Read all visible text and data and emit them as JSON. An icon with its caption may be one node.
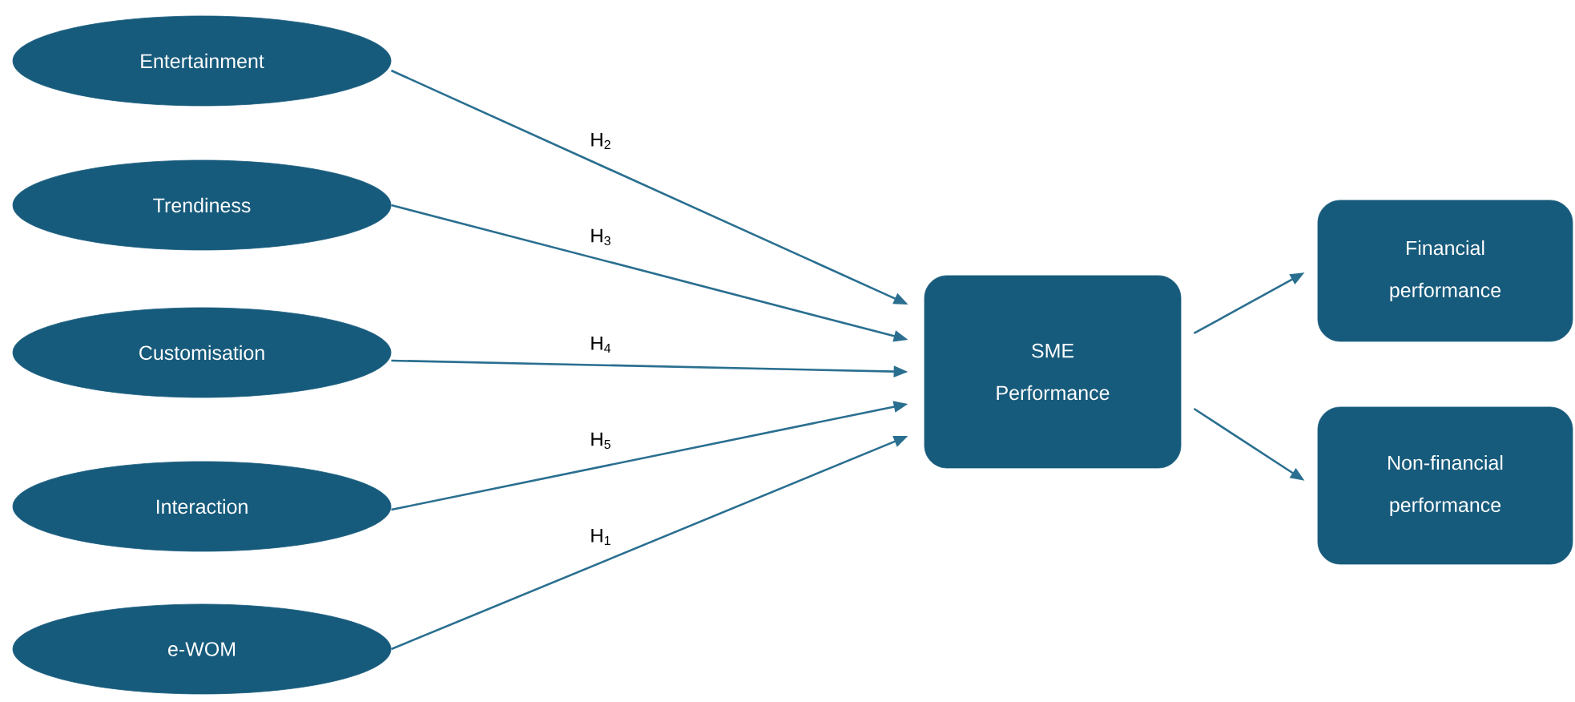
{
  "diagram": {
    "nodes": [
      {
        "text": [
          "Entertainment"
        ]
      },
      {
        "text": [
          "Trendiness"
        ]
      },
      {
        "text": [
          "Customisation"
        ]
      },
      {
        "text": [
          "Interaction"
        ]
      },
      {
        "text": [
          "e-WOM"
        ]
      },
      {
        "text": [
          "SME Performance"
        ]
      },
      {
        "text": [
          "Financial performance"
        ]
      },
      {
        "text": [
          "Non-financial performance"
        ]
      }
    ],
    "edges": [
      {
        "from": 0,
        "to": 5,
        "arrow": "to",
        "label": "H$_{2}$"
      },
      {
        "from": 1,
        "to": 5,
        "arrow": "to",
        "label": "H$_{3}$"
      },
      {
        "from": 2,
        "to": 5,
        "arrow": "to",
        "label": "H$_{4}$"
      },
      {
        "from": 3,
        "to": 5,
        "arrow": "to",
        "label": "H$_{5}$"
      },
      {
        "from": 4,
        "to": 5,
        "arrow": "to",
        "label": "H$_{1}$"
      },
      {
        "from": 5,
        "to": 6,
        "arrow": "to"
      },
      {
        "from": 5,
        "to": 7,
        "arrow": "to"
      }
    ]
  }
}
